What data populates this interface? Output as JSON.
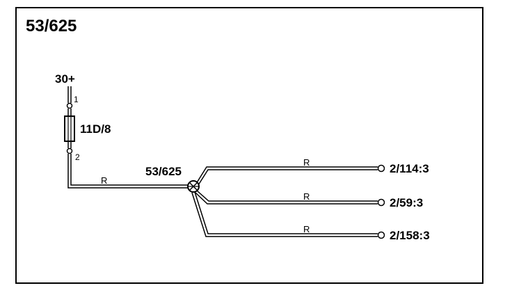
{
  "diagram": {
    "title": "53/625",
    "power": {
      "label": "30+"
    },
    "fuse": {
      "label": "11D/8",
      "pin_top": "1",
      "pin_bottom": "2"
    },
    "feed_wire": {
      "color_code": "R"
    },
    "splice": {
      "label": "53/625"
    },
    "branches": [
      {
        "target": "2/114:3",
        "color_code": "R"
      },
      {
        "target": "2/59:3",
        "color_code": "R"
      },
      {
        "target": "2/158:3",
        "color_code": "R"
      }
    ]
  }
}
